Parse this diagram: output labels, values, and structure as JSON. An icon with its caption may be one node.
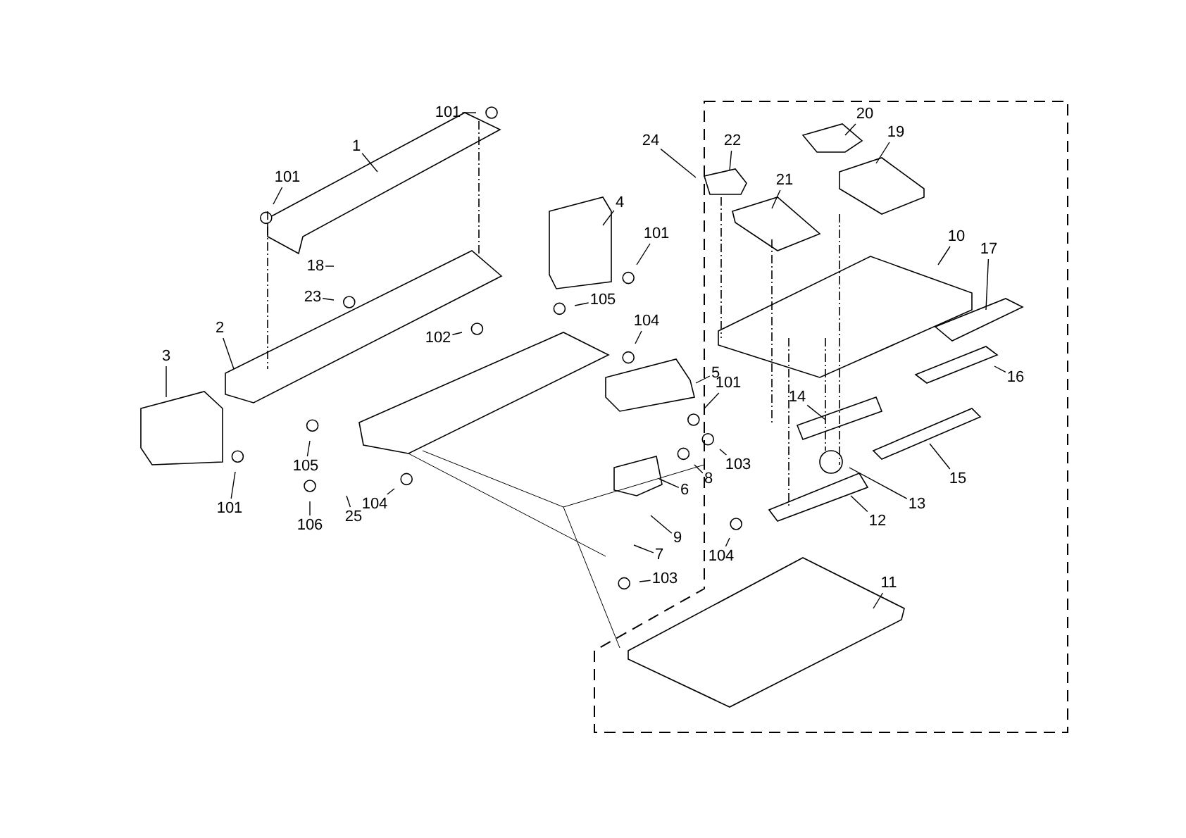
{
  "diagram": {
    "nodes": [
      {
        "text": [
          "101"
        ]
      },
      {
        "text": [
          "20"
        ]
      },
      {
        "text": [
          "19"
        ]
      },
      {
        "text": [
          "1"
        ]
      },
      {
        "text": [
          "24"
        ]
      },
      {
        "text": [
          "22"
        ]
      },
      {
        "text": [
          "101"
        ]
      },
      {
        "text": [
          "21"
        ]
      },
      {
        "text": [
          "4"
        ]
      },
      {
        "text": [
          "101"
        ]
      },
      {
        "text": [
          "10"
        ]
      },
      {
        "text": [
          "17"
        ]
      },
      {
        "text": [
          "18"
        ]
      },
      {
        "text": [
          "23"
        ]
      },
      {
        "text": [
          "105"
        ]
      },
      {
        "text": [
          "104"
        ]
      },
      {
        "text": [
          "2"
        ]
      },
      {
        "text": [
          "102"
        ]
      },
      {
        "text": [
          "3"
        ]
      },
      {
        "text": [
          "5"
        ]
      },
      {
        "text": [
          "16"
        ]
      },
      {
        "text": [
          "101"
        ]
      },
      {
        "text": [
          "14"
        ]
      },
      {
        "text": [
          "105"
        ]
      },
      {
        "text": [
          "103"
        ]
      },
      {
        "text": [
          "15"
        ]
      },
      {
        "text": [
          "8"
        ]
      },
      {
        "text": [
          "6"
        ]
      },
      {
        "text": [
          "104"
        ]
      },
      {
        "text": [
          "13"
        ]
      },
      {
        "text": [
          "101"
        ]
      },
      {
        "text": [
          "25"
        ]
      },
      {
        "text": [
          "12"
        ]
      },
      {
        "text": [
          "106"
        ]
      },
      {
        "text": [
          "9"
        ]
      },
      {
        "text": [
          "7"
        ]
      },
      {
        "text": [
          "104"
        ]
      },
      {
        "text": [
          "103"
        ]
      },
      {
        "text": [
          "11"
        ]
      }
    ],
    "edges": [
      {
        "from": 0,
        "to": null,
        "arrow": "none"
      },
      {
        "from": 1,
        "to": null,
        "arrow": "none"
      },
      {
        "from": 2,
        "to": null,
        "arrow": "none"
      },
      {
        "from": 3,
        "to": null,
        "arrow": "none"
      },
      {
        "from": 4,
        "to": null,
        "arrow": "none"
      },
      {
        "from": 5,
        "to": null,
        "arrow": "none"
      },
      {
        "from": 6,
        "to": null,
        "arrow": "none"
      },
      {
        "from": 7,
        "to": null,
        "arrow": "none"
      },
      {
        "from": 8,
        "to": null,
        "arrow": "none"
      },
      {
        "from": 9,
        "to": null,
        "arrow": "none"
      },
      {
        "from": 10,
        "to": null,
        "arrow": "none"
      },
      {
        "from": 11,
        "to": null,
        "arrow": "none"
      },
      {
        "from": 12,
        "to": null,
        "arrow": "none"
      },
      {
        "from": 13,
        "to": null,
        "arrow": "none"
      },
      {
        "from": 14,
        "to": null,
        "arrow": "none"
      },
      {
        "from": 15,
        "to": null,
        "arrow": "none"
      },
      {
        "from": 16,
        "to": null,
        "arrow": "none"
      },
      {
        "from": 17,
        "to": null,
        "arrow": "none"
      },
      {
        "from": 18,
        "to": null,
        "arrow": "none"
      },
      {
        "from": 19,
        "to": null,
        "arrow": "none"
      },
      {
        "from": 20,
        "to": null,
        "arrow": "none"
      },
      {
        "from": 21,
        "to": null,
        "arrow": "none"
      },
      {
        "from": 22,
        "to": null,
        "arrow": "none"
      },
      {
        "from": 23,
        "to": null,
        "arrow": "none"
      },
      {
        "from": 24,
        "to": null,
        "arrow": "none"
      },
      {
        "from": 25,
        "to": null,
        "arrow": "none"
      },
      {
        "from": 26,
        "to": null,
        "arrow": "none"
      },
      {
        "from": 27,
        "to": null,
        "arrow": "none"
      },
      {
        "from": 28,
        "to": null,
        "arrow": "none"
      },
      {
        "from": 29,
        "to": null,
        "arrow": "none"
      },
      {
        "from": 30,
        "to": null,
        "arrow": "none"
      },
      {
        "from": 31,
        "to": null,
        "arrow": "none"
      },
      {
        "from": 32,
        "to": null,
        "arrow": "none"
      },
      {
        "from": 33,
        "to": null,
        "arrow": "none"
      },
      {
        "from": 34,
        "to": null,
        "arrow": "none"
      },
      {
        "from": 35,
        "to": null,
        "arrow": "none"
      },
      {
        "from": 36,
        "to": null,
        "arrow": "none"
      },
      {
        "from": 37,
        "to": null,
        "arrow": "none"
      },
      {
        "from": 38,
        "to": null,
        "arrow": "none"
      }
    ]
  }
}
